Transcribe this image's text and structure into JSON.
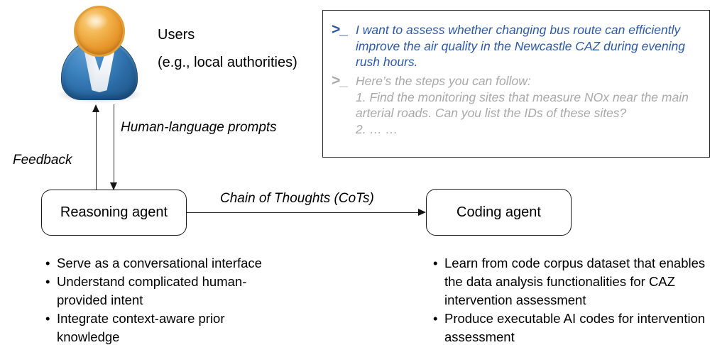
{
  "figure": {
    "actor": {
      "icon": "user-avatar-icon",
      "title": "Users",
      "subtitle": "(e.g., local authorities)"
    },
    "console": {
      "prompt_symbol": ">_",
      "user_message": "I want to assess whether changing bus route can efficiently improve the air quality in the Newcastle CAZ during evening rush hours.",
      "assistant_message": "Here’s the steps you can follow:\n1. Find the monitoring sites that measure NOx near the main arterial roads. Can you list the IDs of these sites?\n2. … …",
      "user_color": "#2d5aa6",
      "assistant_color": "#a9a9a9"
    },
    "edges": {
      "feedback": "Feedback",
      "prompts": "Human-language prompts",
      "cots": "Chain of Thoughts (CoTs)"
    },
    "nodes": [
      {
        "id": "reasoning-agent",
        "label": "Reasoning agent",
        "bullets": [
          "Serve as a conversational interface",
          "Understand complicated human-provided intent",
          "Integrate context-aware prior knowledge"
        ]
      },
      {
        "id": "coding-agent",
        "label": "Coding agent",
        "bullets": [
          "Learn from code corpus dataset that enables the data analysis functionalities for CAZ intervention assessment",
          "Produce executable AI codes for intervention assessment"
        ]
      }
    ]
  }
}
